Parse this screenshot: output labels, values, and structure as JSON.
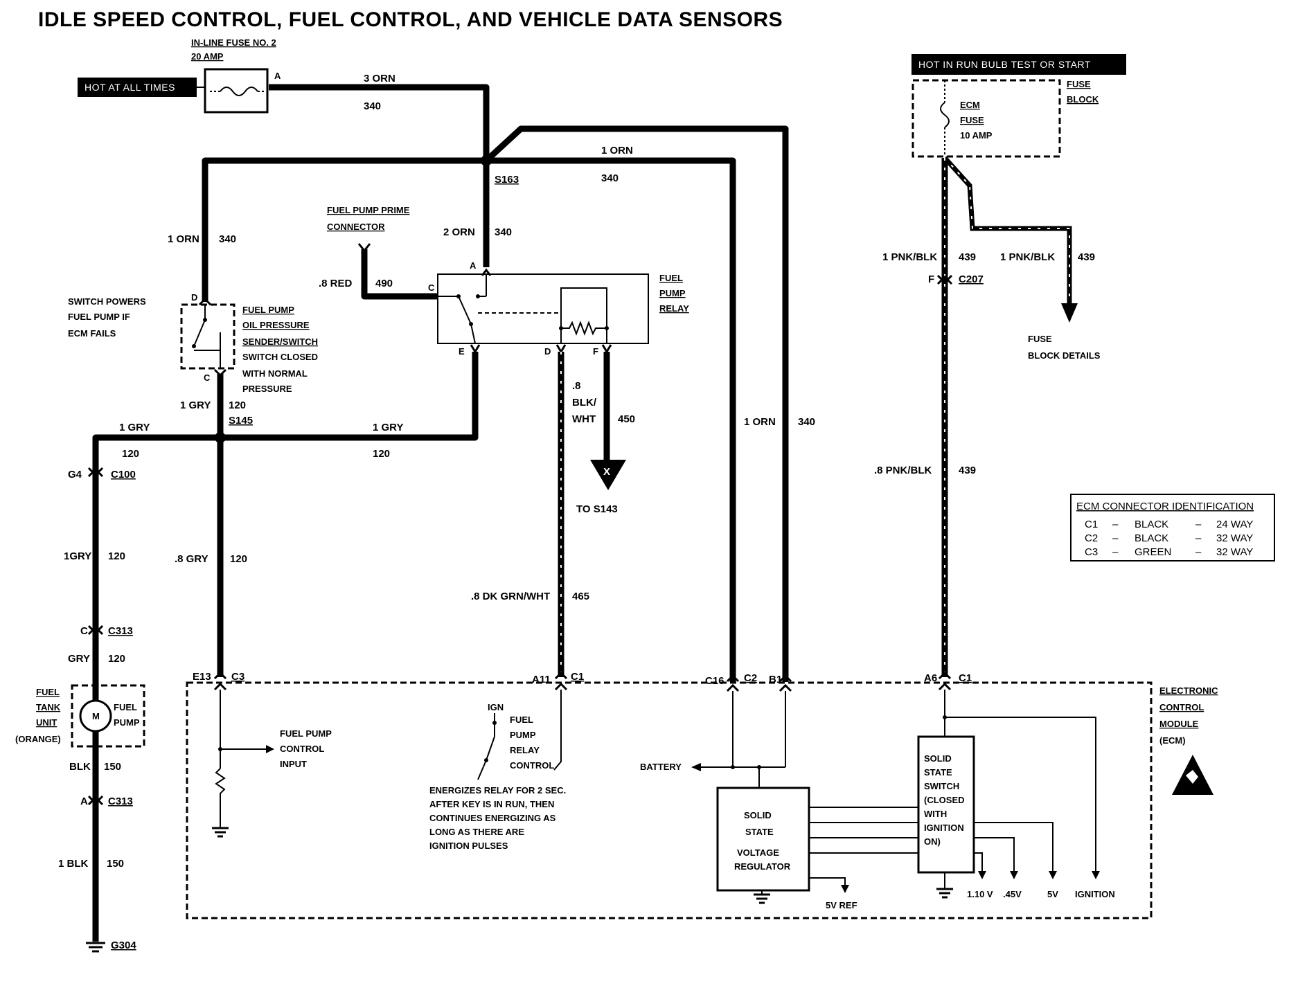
{
  "title": "IDLE SPEED CONTROL, FUEL CONTROL, AND VEHICLE DATA SENSORS",
  "power": {
    "hot_at_all_times": "HOT AT ALL TIMES",
    "hot_in_run": "HOT IN RUN BULB TEST OR START"
  },
  "inline_fuse": {
    "name": "IN-LINE FUSE NO. 2",
    "rating": "20 AMP",
    "pin": "A"
  },
  "fuse_block": {
    "label1": "FUSE",
    "label2": "BLOCK",
    "ecm1": "ECM",
    "ecm2": "FUSE",
    "rating": "10 AMP",
    "details1": "FUSE",
    "details2": "BLOCK DETAILS"
  },
  "wires": {
    "w3orn": "3 ORN",
    "c340a": "340",
    "w1orn_top": "1 ORN",
    "c340b": "340",
    "w2orn": "2 ORN",
    "c340c": "340",
    "w1orn_left": "1 ORN",
    "c340d": "340",
    "w8red": ".8 RED",
    "c490": "490",
    "w1gry_a": "1 GRY",
    "c120a": "120",
    "w1gry_b": "1 GRY",
    "c120b": "120",
    "w1gry_c": "1 GRY",
    "c120c": "120",
    "w1gry_d": "1GRY",
    "c120d": "120",
    "w8gry": ".8 GRY",
    "c120e": "120",
    "wgry": "GRY",
    "c120f": "120",
    "w8a": ".8",
    "wblkwht1": "BLK/",
    "wblkwht2": "WHT",
    "c450": "450",
    "w8dkgrn": ".8 DK GRN/WHT",
    "c465": "465",
    "w1orn_right": "1 ORN",
    "c340e": "340",
    "w1pnk_a": "1 PNK/BLK",
    "c439a": "439",
    "w1pnk_b": "1 PNK/BLK",
    "c439b": "439",
    "w8pnk": ".8 PNK/BLK",
    "c439c": "439",
    "wblk": "BLK",
    "c150a": "150",
    "w1blk": "1 BLK",
    "c150b": "150"
  },
  "splices": {
    "s163": "S163",
    "s145": "S145",
    "to_s143": "TO S143",
    "x": "X"
  },
  "connectors": {
    "c100": "C100",
    "g4": "G4",
    "c313a": "C313",
    "c313a_pin": "C",
    "c313b": "C313",
    "c313b_pin": "A",
    "c207": "C207",
    "c207_pin": "F",
    "g304": "G304",
    "e13": "E13",
    "c3": "C3",
    "a11": "A11",
    "c1a": "C1",
    "c16": "C16",
    "c2": "C2",
    "b1": "B1",
    "a6": "A6",
    "c1b": "C1"
  },
  "prime_connector": {
    "line1": "FUEL PUMP PRIME",
    "line2": "CONNECTOR"
  },
  "relay": {
    "line1": "FUEL",
    "line2": "PUMP",
    "line3": "RELAY",
    "pin_a": "A",
    "pin_c": "C",
    "pin_d": "D",
    "pin_e": "E",
    "pin_f": "F"
  },
  "oil_switch": {
    "note1": "SWITCH POWERS",
    "note2": "FUEL PUMP IF",
    "note3": "ECM FAILS",
    "name1": "FUEL PUMP",
    "name2": "OIL PRESSURE",
    "name3": "SENDER/SWITCH",
    "desc1": "SWITCH CLOSED",
    "desc2": "WITH NORMAL",
    "desc3": "PRESSURE",
    "pin_d": "D",
    "pin_c": "C"
  },
  "fuel_tank": {
    "line1": "FUEL",
    "line2": "TANK",
    "line3": "UNIT",
    "line4": "(ORANGE)",
    "motor": "M",
    "pump1": "FUEL",
    "pump2": "PUMP"
  },
  "ecm": {
    "name1": "ELECTRONIC",
    "name2": "CONTROL",
    "name3": "MODULE",
    "name4": "(ECM)",
    "fp_input1": "FUEL PUMP",
    "fp_input2": "CONTROL",
    "fp_input3": "INPUT",
    "ign": "IGN",
    "relay_ctl1": "FUEL",
    "relay_ctl2": "PUMP",
    "relay_ctl3": "RELAY",
    "relay_ctl4": "CONTROL",
    "energize1": "ENERGIZES RELAY FOR 2 SEC.",
    "energize2": "AFTER KEY IS IN RUN, THEN",
    "energize3": "CONTINUES ENERGIZING AS",
    "energize4": "LONG AS THERE ARE",
    "energize5": "IGNITION PULSES",
    "battery": "BATTERY",
    "vreg1": "SOLID",
    "vreg2": "STATE",
    "vreg3": "VOLTAGE",
    "vreg4": "REGULATOR",
    "sw1": "SOLID",
    "sw2": "STATE",
    "sw3": "SWITCH",
    "sw4": "(CLOSED",
    "sw5": "WITH",
    "sw6": "IGNITION",
    "sw7": "ON)",
    "ref5v": "5V REF",
    "v110": "1.10 V",
    "v45": ".45V",
    "v5": "5V",
    "ignition": "IGNITION"
  },
  "ecm_table": {
    "header": "ECM CONNECTOR IDENTIFICATION",
    "rows": [
      {
        "c": "C1",
        "color": "BLACK",
        "way": "24 WAY"
      },
      {
        "c": "C2",
        "color": "BLACK",
        "way": "32 WAY"
      },
      {
        "c": "C3",
        "color": "GREEN",
        "way": "32 WAY"
      }
    ],
    "dash": "–"
  }
}
